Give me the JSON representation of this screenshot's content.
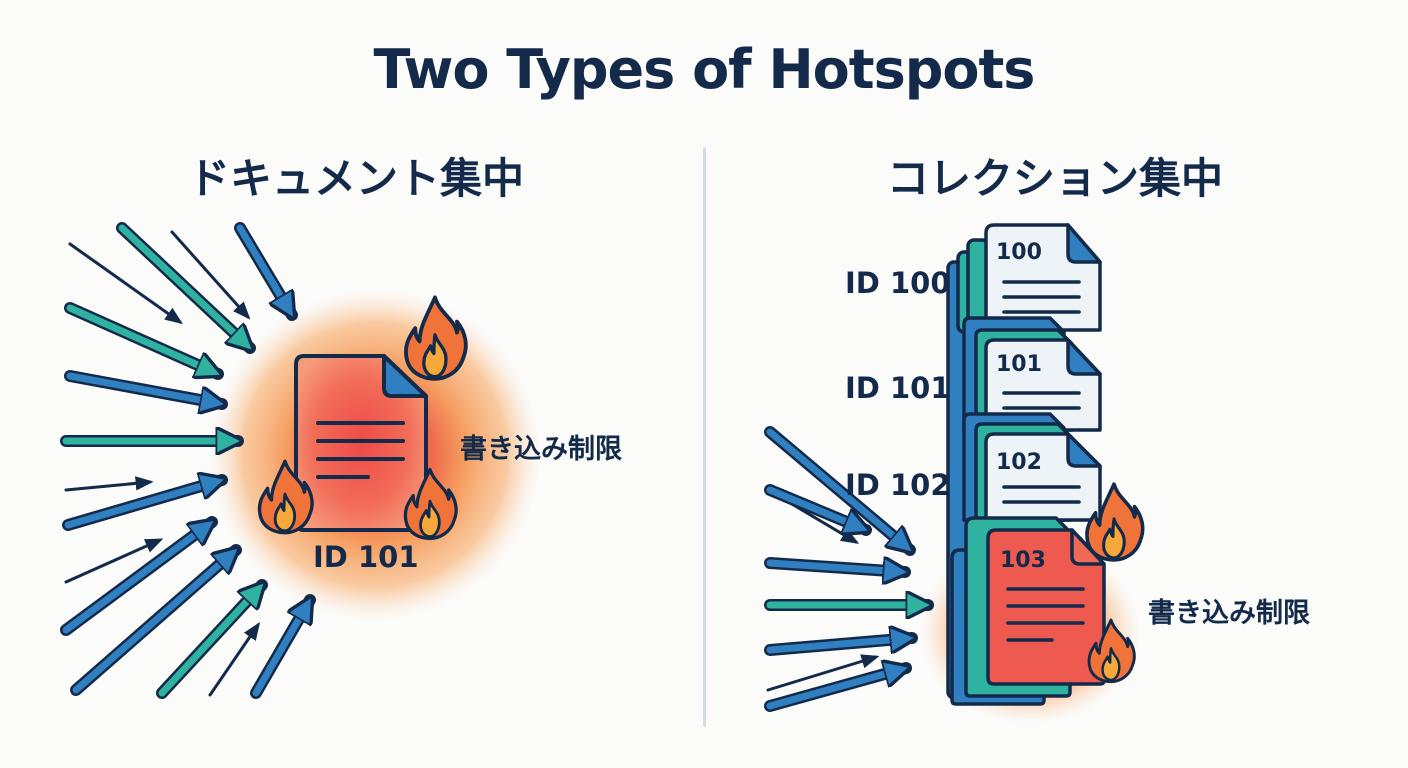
{
  "title": "Two Types of Hotspots",
  "left_panel": {
    "heading": "ドキュメント集中",
    "document_id": "ID 101",
    "limit_label": "書き込み制限",
    "icons": [
      "document-icon",
      "fire-icon",
      "fire-icon",
      "fire-icon",
      "arrow-icon"
    ]
  },
  "right_panel": {
    "heading": "コレクション集中",
    "documents": [
      {
        "id_label": "ID 100",
        "doc_number": "100"
      },
      {
        "id_label": "ID 101",
        "doc_number": "101"
      },
      {
        "id_label": "ID 102",
        "doc_number": "102"
      },
      {
        "id_label": "",
        "doc_number": "103"
      }
    ],
    "limit_label": "書き込み制限"
  },
  "colors": {
    "navy": "#132a4b",
    "blue": "#2f7fc1",
    "teal": "#2fb3a0",
    "hot_red": "#ee5a4f",
    "orange": "#f7a25a",
    "flame_outer": "#f0743a",
    "flame_inner": "#f6a83a",
    "divider": "#d3dde8"
  }
}
